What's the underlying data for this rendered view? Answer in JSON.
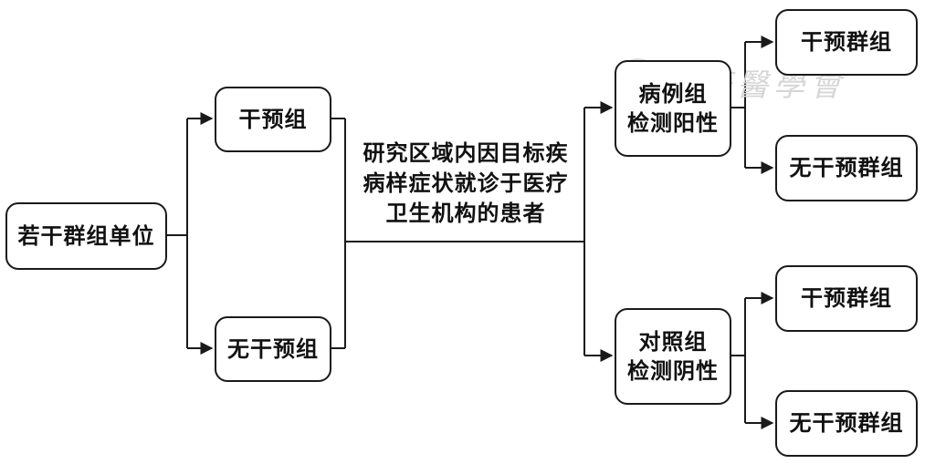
{
  "nodes": {
    "root": "若干群组单位",
    "intervention": "干预组",
    "non_intervention": "无干预组",
    "case_line1": "病例组",
    "case_line2": "检测阳性",
    "control_line1": "对照组",
    "control_line2": "检测阴性",
    "case_intervention": "干预群组",
    "case_non_intervention": "无干预群组",
    "control_intervention": "干预群组",
    "control_non_intervention": "无干预群组"
  },
  "middle_label": {
    "line1": "研究区域内因目标疾",
    "line2": "病样症状就诊于医疗",
    "line3": "卫生机构的患者"
  },
  "watermark": {
    "text": "中華醫學會"
  },
  "colors": {
    "stroke": "#1a1a1a",
    "background": "#ffffff"
  }
}
